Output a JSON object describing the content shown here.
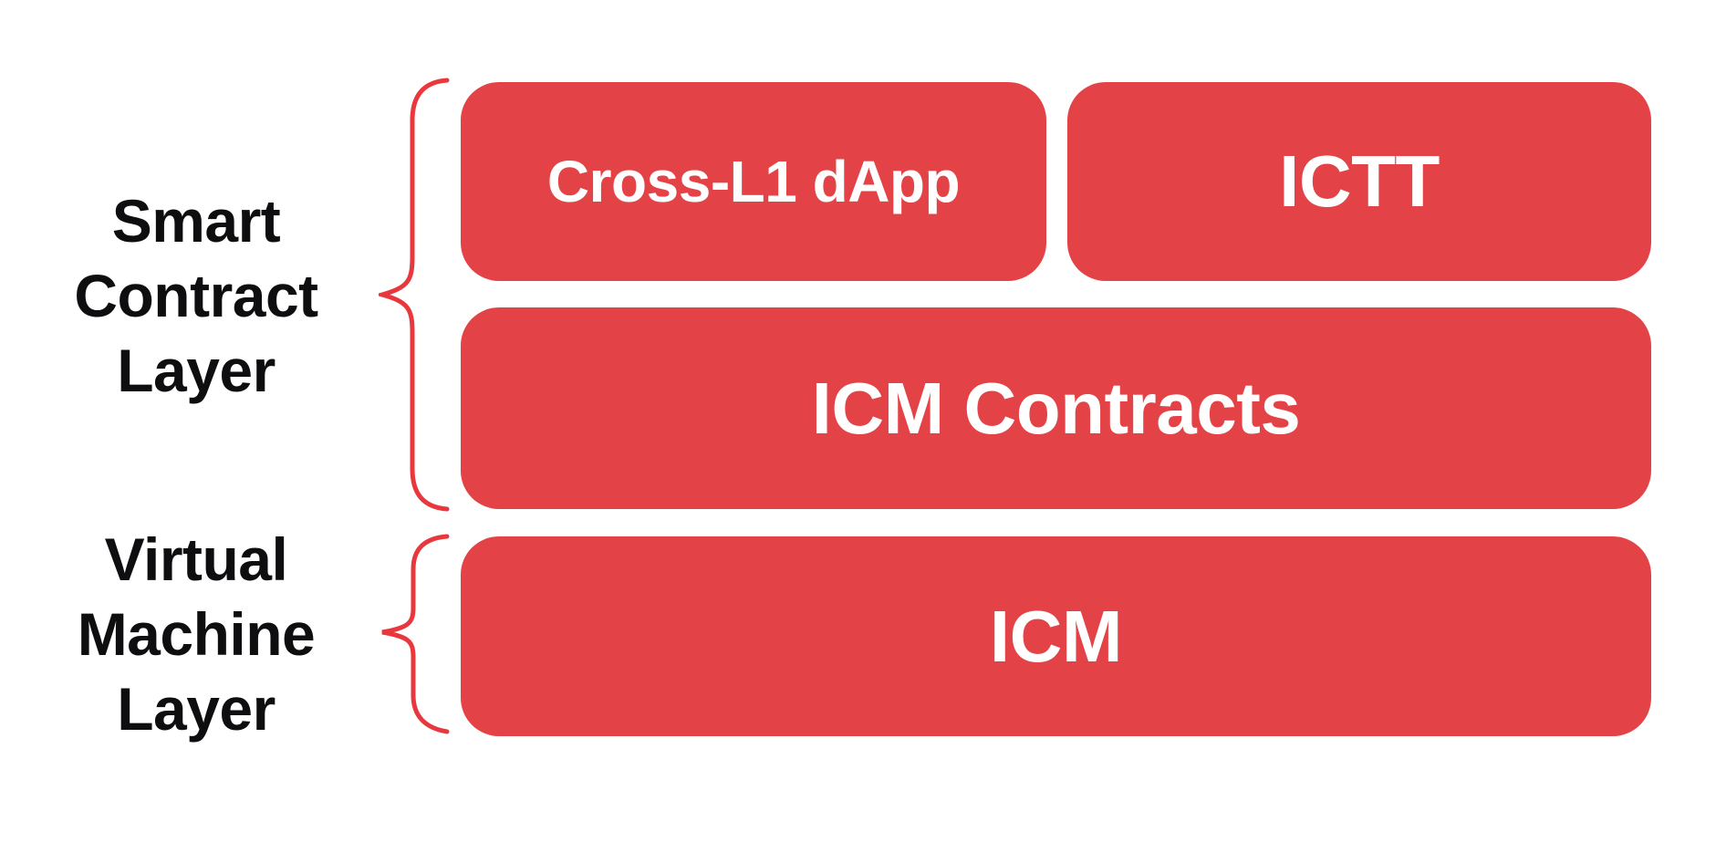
{
  "colors": {
    "background": "#FFFFFF",
    "box_fill": "#E34347",
    "box_text": "#FFFFFF",
    "label_text": "#0E0E10",
    "brace_stroke": "#E8383E"
  },
  "layers": [
    {
      "name": "Smart Contract Layer",
      "lines": [
        "Smart",
        "Contract",
        "Layer"
      ],
      "boxes": [
        "Cross-L1 dApp",
        "ICTT",
        "ICM Contracts"
      ]
    },
    {
      "name": "Virtual Machine Layer",
      "lines": [
        "Virtual",
        "Machine",
        "Layer"
      ],
      "boxes": [
        "ICM"
      ]
    }
  ],
  "boxes": {
    "cross_l1_dapp": {
      "label": "Cross-L1 dApp"
    },
    "ictt": {
      "label": "ICTT"
    },
    "icm_contracts": {
      "label": "ICM Contracts"
    },
    "icm": {
      "label": "ICM"
    }
  }
}
